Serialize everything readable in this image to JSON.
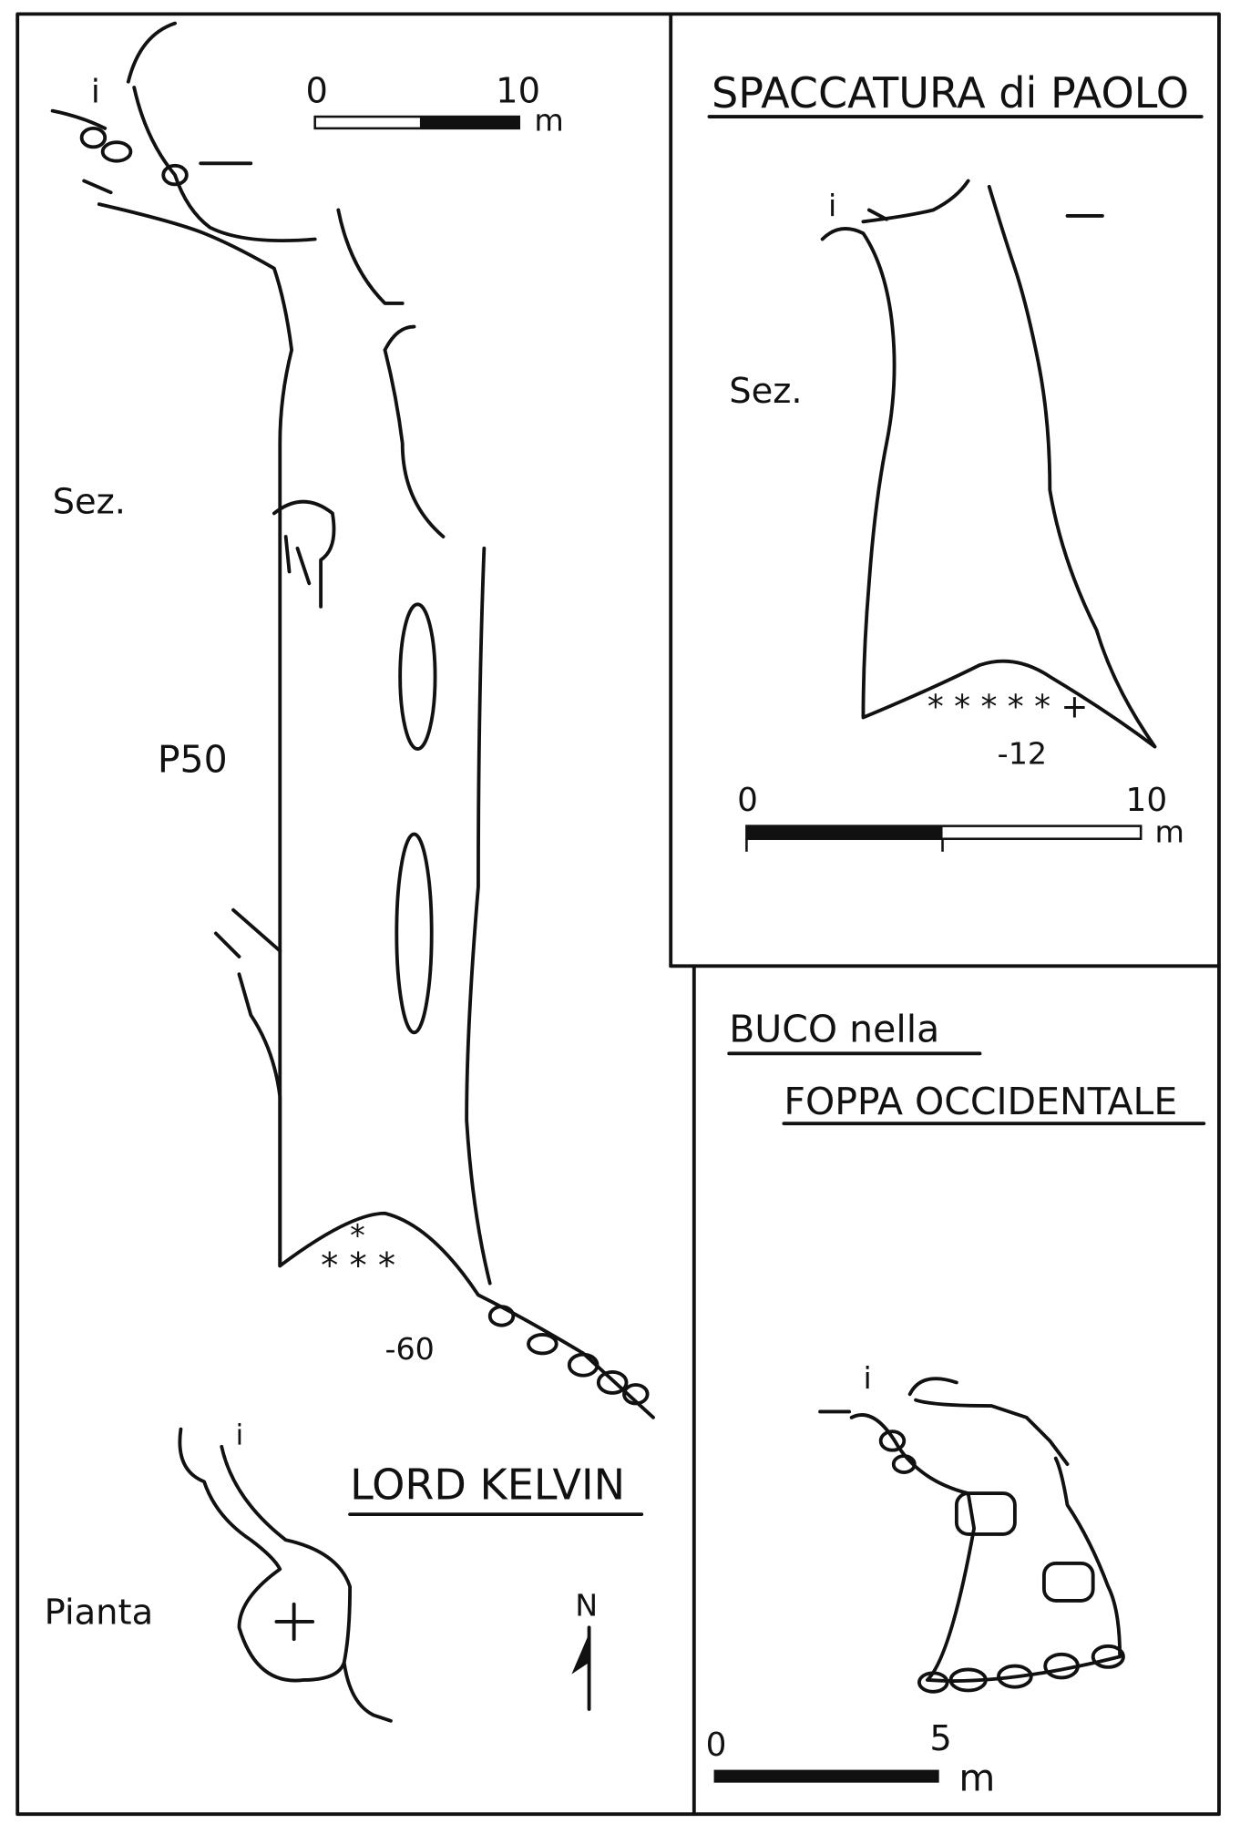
{
  "lord_kelvin": {
    "title": "LORD KELVIN",
    "section_label": "Sez.",
    "shaft_label": "P50",
    "depth_label": "-60",
    "entrance_label": "i",
    "plan_label": "Pianta",
    "plan_entrance_label": "i",
    "north_label": "N",
    "scale": {
      "start": "0",
      "end": "10",
      "unit": "m"
    }
  },
  "spaccatura": {
    "title": "SPACCATURA di PAOLO",
    "section_label": "Sez.",
    "entrance_label": "i",
    "depth_label": "-12",
    "scale": {
      "start": "0",
      "end": "10",
      "unit": "m"
    }
  },
  "buco": {
    "title_line1": "BUCO nella",
    "title_line2": "FOPPA OCCIDENTALE",
    "entrance_label": "i",
    "scale": {
      "start": "0",
      "end": "5",
      "unit": "m"
    }
  }
}
